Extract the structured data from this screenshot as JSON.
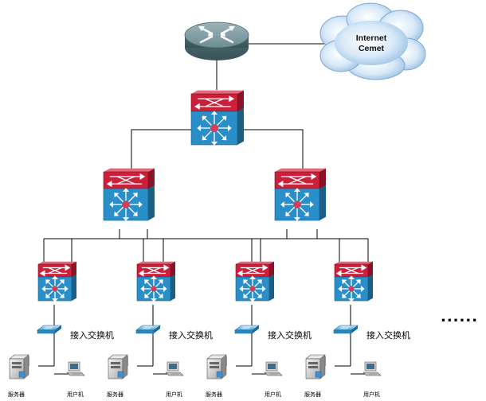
{
  "cloud": {
    "line1": "Internet",
    "line2": "Cemet"
  },
  "access_switch_label": "接入交换机",
  "server_label": "服务器",
  "user_label": "用户机",
  "ellipsis": "......",
  "colors": {
    "switch_red": "#cc1f3a",
    "switch_blue": "#2a8fc8",
    "router_gray": "#607e86",
    "cloud_blue": "#bcd8f0",
    "link": "#000000"
  },
  "groups": [
    {
      "id": "group-1"
    },
    {
      "id": "group-2"
    },
    {
      "id": "group-3"
    },
    {
      "id": "group-4"
    }
  ]
}
